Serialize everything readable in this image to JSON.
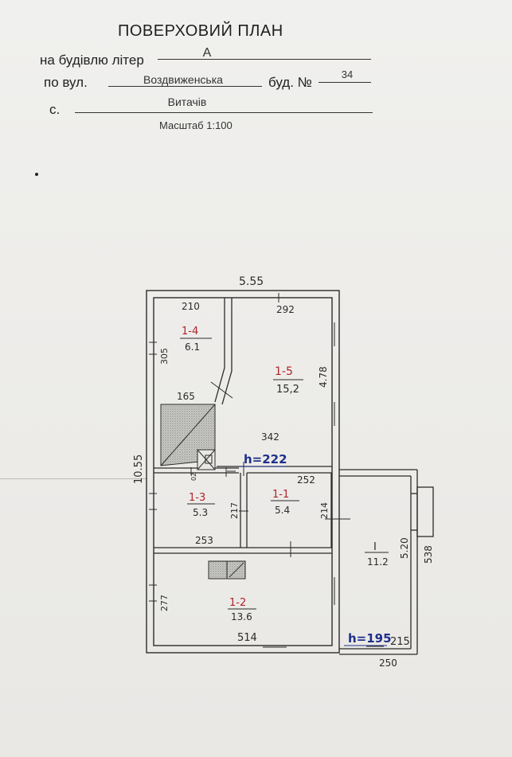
{
  "header": {
    "title": "ПОВЕРХОВИЙ ПЛАН",
    "building_label": "на будівлю літер",
    "building_value": "А",
    "street_label": "по вул.",
    "street_value": "Воздвиженська",
    "house_label": "буд. №",
    "house_value": "34",
    "village_label": "с.",
    "village_value": "Витачів",
    "scale": "Масштаб 1:100"
  },
  "plan": {
    "overall": {
      "width": "5.55",
      "height": "10.55"
    },
    "rooms": [
      {
        "id": "1-4",
        "area": "6.1",
        "dim_w": "210",
        "dim_h": "305"
      },
      {
        "id": "1-5",
        "area": "15,2",
        "dim_w": "292",
        "dim_h": "4.78",
        "dim_bottom": "342",
        "dim_diag": "165"
      },
      {
        "id": "1-3",
        "area": "5.3",
        "dim_w": "253",
        "dim_h": "217"
      },
      {
        "id": "1-1",
        "area": "5.4",
        "dim_w": "252",
        "dim_h": "214"
      },
      {
        "id": "1-2",
        "area": "13.6",
        "dim_w": "514",
        "dim_h": "277"
      },
      {
        "id": "I",
        "area": "11.2",
        "dim_w": "215",
        "dim_h": "5.20",
        "dim_outer_w": "250",
        "dim_outer_h": "538"
      }
    ],
    "heights": {
      "main": "h=222",
      "annex": "h=195"
    },
    "small_mark": "02"
  },
  "colors": {
    "ink": "#2b2b2b",
    "blue_ink": "#1f2f8a",
    "red_ink": "#b0232a",
    "wall_fill": "#ffffff"
  }
}
